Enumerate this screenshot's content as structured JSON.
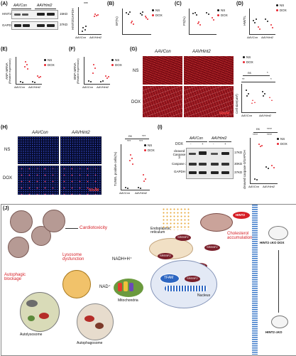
{
  "panels": {
    "A": {
      "label": "(A)",
      "groups": [
        "AAVCon",
        "AAVHint2"
      ],
      "rows": [
        "HINT2",
        "GAPDH"
      ],
      "sizes": [
        "15KD",
        "37KD"
      ],
      "ylabel": "HINT2/GAPDH",
      "xcats": [
        "AAVCon",
        "AAVHint2"
      ],
      "sig": "***"
    },
    "B": {
      "label": "(B)",
      "ylabel": "EF(%)",
      "legend": [
        "NS",
        "DOX"
      ]
    },
    "C": {
      "label": "(C)",
      "ylabel": "FS(%)",
      "legend": [
        "NS",
        "DOX"
      ]
    },
    "D": {
      "label": "(D)",
      "ylabel": "HW/TL",
      "legend": [
        "NS",
        "DOX"
      ],
      "xcats": [
        "AAVCon",
        "AAVHint2"
      ]
    },
    "E": {
      "label": "(E)",
      "ylabel": "ANP mRNA",
      "ysub": "(Relative expression)",
      "legend": [
        "NS",
        "DOX"
      ],
      "xcats": [
        "AAVCon",
        "AAVHint2"
      ]
    },
    "F": {
      "label": "(F)",
      "ylabel": "BNP mRNA",
      "ysub": "(Relative expression)",
      "legend": [
        "NS",
        "DOX"
      ],
      "xcats": [
        "AAVCon",
        "AAVHint2"
      ]
    },
    "G": {
      "label": "(G)",
      "cols": [
        "AAVCon",
        "AAVHint2"
      ],
      "rows": [
        "NS",
        "DOX"
      ],
      "scale": "50uM",
      "legend": [
        "NS",
        "DOX"
      ],
      "sig": [
        "ns",
        "*",
        "**",
        "*"
      ],
      "ylabel": "Cell size(um²)",
      "xcats": [
        "AAVCon",
        "AAVHint2"
      ]
    },
    "H": {
      "label": "(H)",
      "cols": [
        "AAVCon",
        "AAVHint2"
      ],
      "rows": [
        "NS",
        "DOX"
      ],
      "scale": "50uM",
      "legend": [
        "NS",
        "DOX"
      ],
      "sig": [
        "ns",
        "***",
        "***",
        "***"
      ],
      "ylabel": "TUNEL positive cells(%)",
      "xcats": [
        "AAVCon",
        "AAVHint2"
      ]
    },
    "I": {
      "label": "(I)",
      "groups": [
        "AAVCon",
        "AAVHint2"
      ],
      "dox_label": "DOX",
      "dox_marks": [
        "-",
        "+",
        "-",
        "+"
      ],
      "rows": [
        "cleaved Caspase 3",
        "Caspase 3",
        "GAPDH"
      ],
      "sizes": [
        "17KD",
        "30KD",
        "37KD"
      ],
      "legend": [
        "NS",
        "DOX"
      ],
      "sig": [
        "ns",
        "****",
        "****",
        "****"
      ],
      "ylabel": "cleaved caspase-3/GAPDH",
      "xcats": [
        "AAVCon",
        "AAVHint2"
      ]
    },
    "J": {
      "label": "(J)",
      "texts": {
        "cardiotoxicity": "Cardiotoxicity",
        "autophagic_blockage": "Autophagic blockage",
        "lysosome_dysfunction": "Lysosome dysfunction",
        "nadh": "NADH+H⁺",
        "nad": "NAD⁺",
        "autolysosome": "Autolysosome",
        "autophagosome": "Autophagosome",
        "mitochondria": "Mitochondria",
        "nucleus": "Nucleus",
        "tfam": "TFAM",
        "er": "Endoplasmic reticulum",
        "cholesterol": "Cholesterol accumulation",
        "hint2": "HINT2",
        "srebf2_a": "SREBF2",
        "srebf2_b": "SREBF2",
        "srebf2_c": "SREBF2",
        "srebf2_d": "SREBF2",
        "srebf2_e": "SREBF2",
        "mouse_top": "HINT2 cKO DOX",
        "mouse_bottom": "HINT2 cKO"
      }
    }
  },
  "colors": {
    "ns": "#111111",
    "dox": "#e8252f",
    "accent_red": "#d61f26"
  }
}
